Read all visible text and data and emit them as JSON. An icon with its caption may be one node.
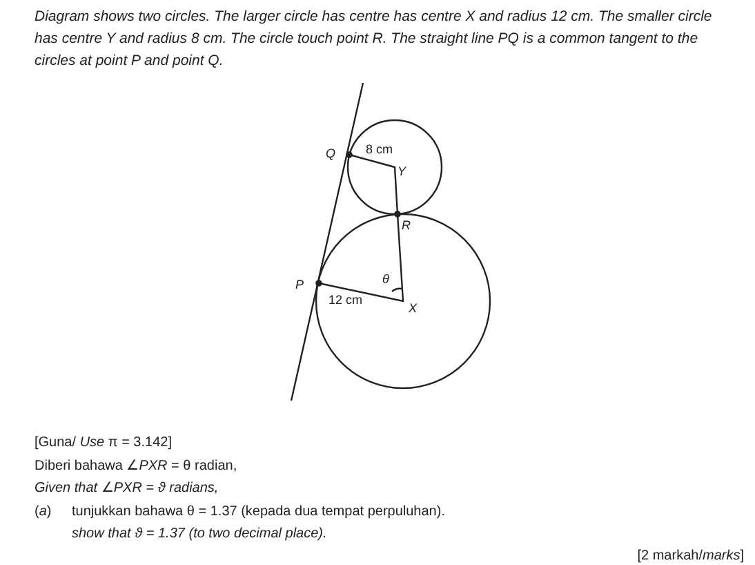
{
  "diagram": {
    "labels": [
      "Diagram shows two circles. The larger circle has centre has centre X and radius 12 cm. The smaller circle has centre Y and radius 8 cm. The circle touch point R. The straight line PQ is a common tangent to the circles at point P and point Q.",
      "Q",
      "8 cm",
      "Y",
      "R",
      "θ",
      "P",
      "12 cm",
      "X",
      "[Guna/ *Use* π = 3.142]",
      "Diberi bahawa ∠*PXR* = θ radian,",
      "*Given that* ∠*PXR* = *ϑ radians,*",
      "(*a*)",
      "tunjukkan bahawa θ = 1.37 (kepada dua tempat perpuluhan).",
      "*show that ϑ* = 1.37 *(to two decimal place).*",
      "[2 markah/*marks*]"
    ]
  }
}
